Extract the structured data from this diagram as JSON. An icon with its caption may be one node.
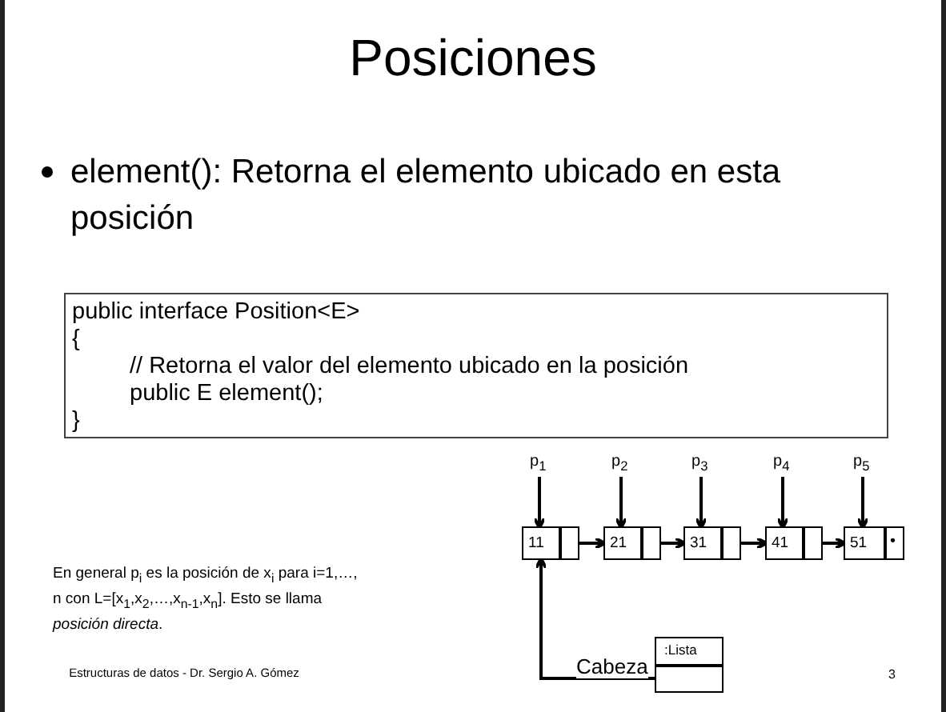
{
  "diagram": {
    "title": "Posiciones",
    "nodes": [
      {
        "text": [
          "public interface Position<E>",
          "{",
          "// Retorna el valor del elemento ubicado en la posición",
          "public E element();",
          "}"
        ]
      },
      {
        "text": [
          "p$_{1}$"
        ]
      },
      {
        "text": [
          "p$_{2}$"
        ]
      },
      {
        "text": [
          "p$_{3}$"
        ]
      },
      {
        "text": [
          "p$_{4}$"
        ]
      },
      {
        "text": [
          "p$_{5}$"
        ]
      },
      {
        "text": [
          "11"
        ]
      },
      {
        "text": [
          "21"
        ]
      },
      {
        "text": [
          "31"
        ]
      },
      {
        "text": [
          "41"
        ]
      },
      {
        "text": [
          "51",
          "•"
        ]
      },
      {
        "text": [
          ":Lista"
        ]
      }
    ],
    "edges": [
      {
        "from": 1,
        "to": 6,
        "arrow": "to"
      },
      {
        "from": 2,
        "to": 7,
        "arrow": "to"
      },
      {
        "from": 3,
        "to": 8,
        "arrow": "to"
      },
      {
        "from": 4,
        "to": 9,
        "arrow": "to"
      },
      {
        "from": 5,
        "to": 10,
        "arrow": "to"
      },
      {
        "from": 6,
        "to": 7,
        "arrow": "to"
      },
      {
        "from": 7,
        "to": 8,
        "arrow": "to"
      },
      {
        "from": 8,
        "to": 9,
        "arrow": "to"
      },
      {
        "from": 9,
        "to": 10,
        "arrow": "to"
      },
      {
        "from": 11,
        "to": 6,
        "label": "Cabeza",
        "arrow": "to"
      }
    ],
    "labels": [
      "element(): Retorna el elemento ubicado en esta posición",
      "En general p$_{i}$ es la posición de x$_{i}$ para i=1,…, n con L=[x$_{1}$,x$_{2}$,…,x$_{n-1}$,x$_{n}$]. Esto se llama *posición directa*.",
      "Estructuras de datos - Dr. Sergio A. Gómez",
      "3"
    ]
  }
}
